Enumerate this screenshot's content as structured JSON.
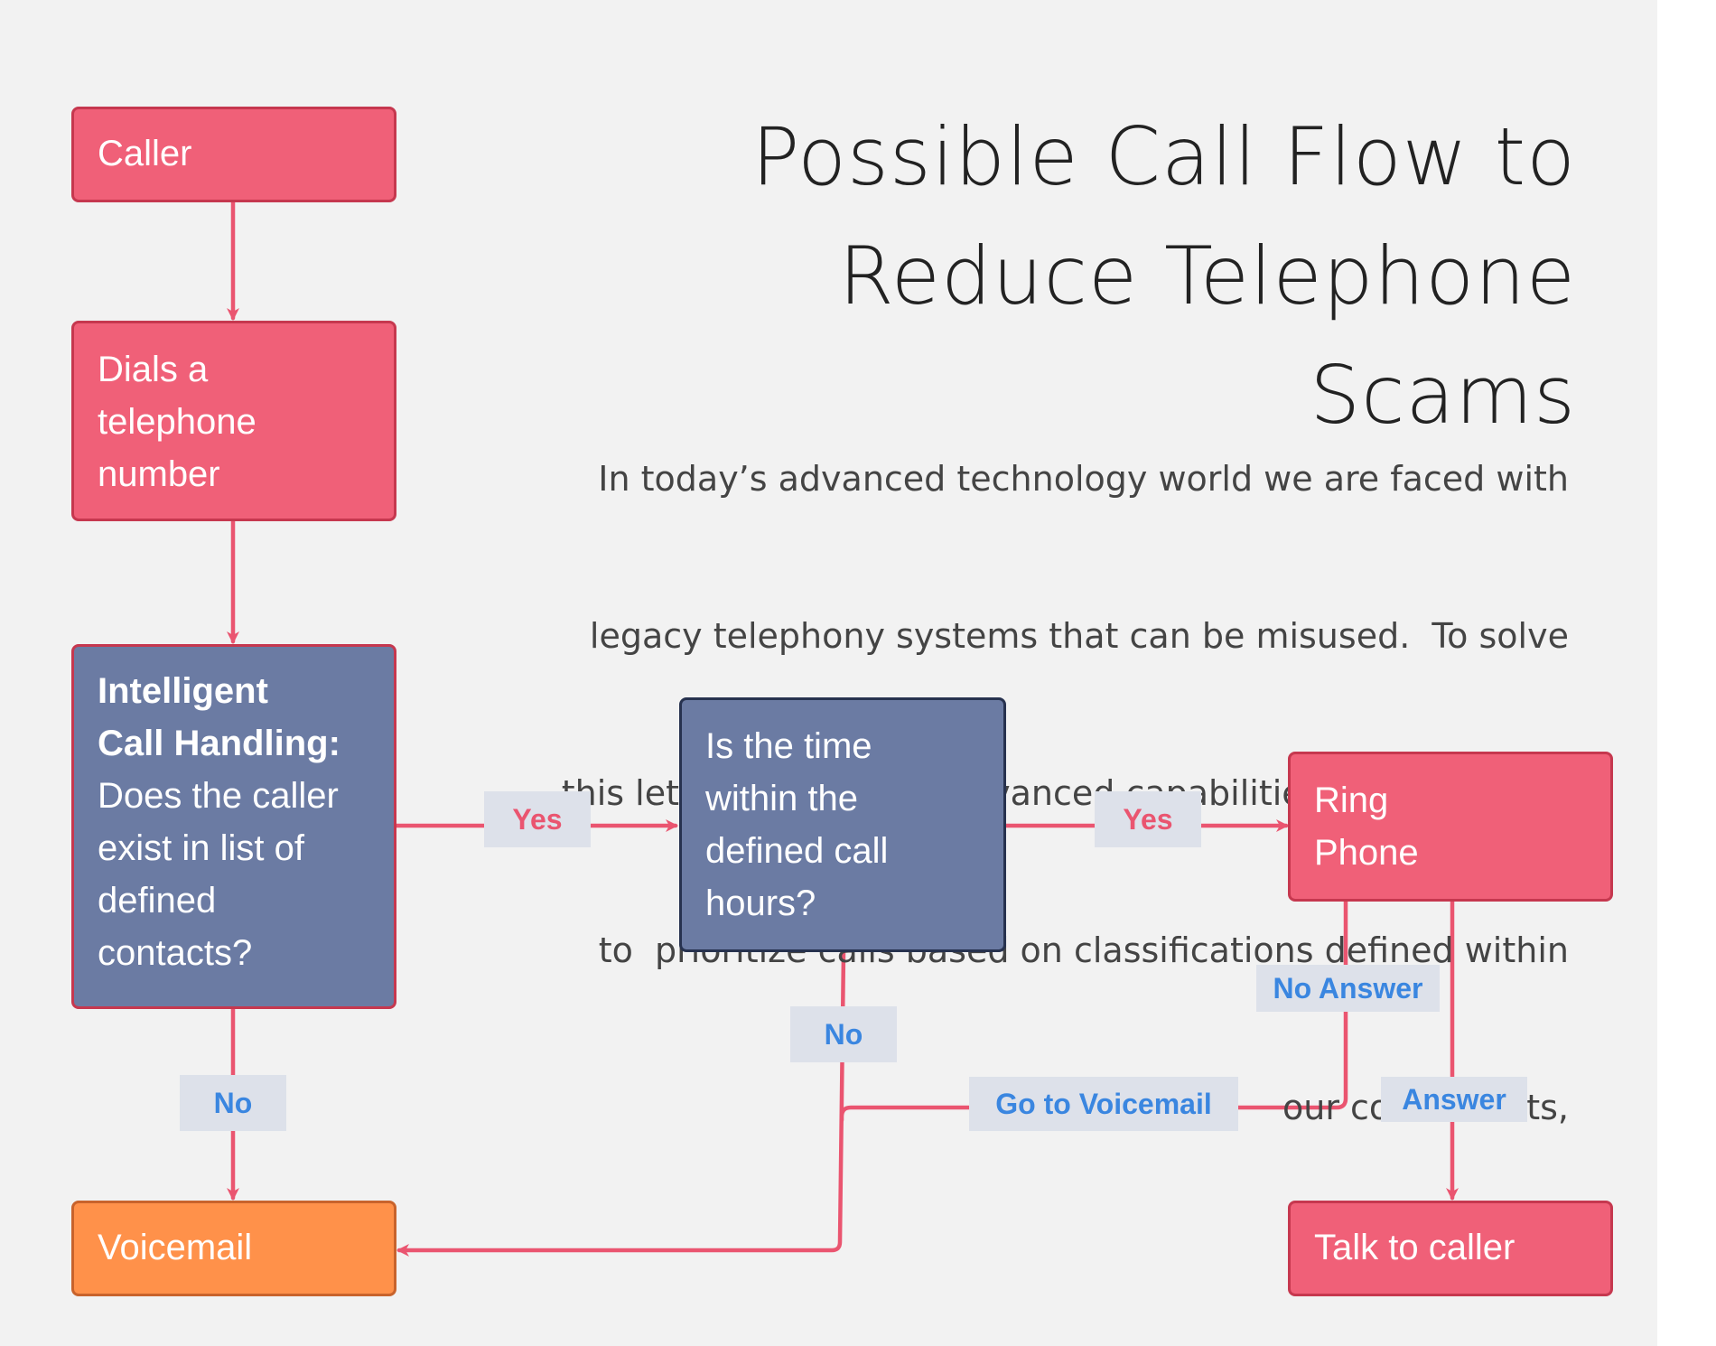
{
  "title": {
    "line1": "Possible Call Flow to",
    "line2": "Reduce Telephone Scams"
  },
  "description": "In today’s advanced technology world we are faced with legacy telephony systems that can be misused.  To solve this let’s leverage the advanced capabilities of our phones to  prioritize calls based on classifications defined within our contact lists,",
  "description_lines": [
    "In today’s advanced technology world we are faced with",
    "legacy telephony systems that can be misused.  To solve",
    "this let’s leverage the advanced capabilities of our phones",
    "to  prioritize calls based on classifications defined within",
    "our contact lists,"
  ],
  "nodes": {
    "caller": {
      "text": "Caller"
    },
    "dials": {
      "lines": [
        "Dials a",
        "telephone",
        "number"
      ]
    },
    "intelligent": {
      "bold_lines": [
        "Intelligent",
        "Call Handling:"
      ],
      "lines": [
        "Does the caller",
        "exist in list of",
        "defined",
        "contacts?"
      ]
    },
    "time_check": {
      "lines": [
        "Is the time",
        "within the",
        "defined call",
        "hours?"
      ]
    },
    "ring": {
      "lines": [
        "Ring",
        "Phone"
      ]
    },
    "voicemail": {
      "text": "Voicemail"
    },
    "talk": {
      "text": "Talk to caller"
    }
  },
  "edge_labels": {
    "yes_1": "Yes",
    "yes_2": "Yes",
    "no_contacts": "No",
    "no_time": "No",
    "no_answer": "No Answer",
    "go_to_voicemail": "Go to Voicemail",
    "answer": "Answer"
  },
  "colors": {
    "background": "#f2f2f2",
    "node_red": "#f06078",
    "node_blue": "#6b7ba3",
    "node_orange": "#ff914a",
    "edge": "#ea5570",
    "label_bg": "#dde1ea",
    "label_red_text": "#ea5570",
    "label_blue_text": "#3a86e0"
  }
}
